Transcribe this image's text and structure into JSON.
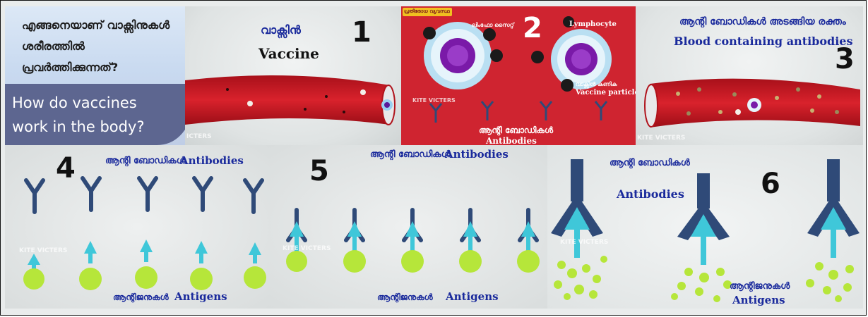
{
  "title_panel": {
    "malayalam_question": "എങ്ങനെയാണ് വാക്സിനുകൾ ശരീരത്തിൽ പ്രവർത്തിക്കുന്നത്?",
    "english_question": "How do vaccines work in the body?"
  },
  "panel_1": {
    "number": "1",
    "label_ml": "വാക്സിൻ",
    "label_en": "Vaccine",
    "watermark": "ICTERS"
  },
  "panel_2": {
    "number": "2",
    "header_tag": "പ്രതിരോധ വ്യവസ്ഥ",
    "label_ml_cell": "ലിംഫോ സൈറ്റ്",
    "label_en_cell": "Lymphocyte",
    "label_ml_particle": "വാക്സിൻ കണിക",
    "label_en_particle": "Vaccine particle",
    "watermark": "KITE VICTERS",
    "label_ml_antibodies": "ആന്റി ബോഡികൾ",
    "label_en_antibodies": "Antibodies"
  },
  "panel_3": {
    "number": "3",
    "label_ml": "ആന്റി ബോഡികൾ അടങ്ങിയ രക്തം",
    "label_en": "Blood containing antibodies",
    "watermark": "KITE VICTERS"
  },
  "panel_4": {
    "number": "4",
    "label_ml_antibodies": "ആന്റി ബോഡികൾ",
    "label_en_antibodies": "Antibodies",
    "watermark": "KITE VICTERS",
    "label_ml_antigens": "ആന്റിജനുകൾ",
    "label_en_antigens": "Antigens"
  },
  "panel_5": {
    "number": "5",
    "label_ml_antibodies": "ആന്റി ബോഡികൾ",
    "label_en_antibodies": "Antibodies",
    "watermark": "KITE VICTERS",
    "label_ml_antigens": "ആന്റിജനുകൾ",
    "label_en_antigens": "Antigens"
  },
  "panel_6": {
    "number": "6",
    "label_ml_antibodies": "ആന്റി ബോഡികൾ",
    "label_en_antibodies": "Antibodies",
    "watermark": "KITE VICTERS",
    "label_ml_antigens": "ആന്റിജനുകൾ",
    "label_en_antigens": "Antigens"
  },
  "colors": {
    "blood_red": "#c8161e",
    "panel2_bg": "#cf2430",
    "antibody_navy": "#2f4a78",
    "antigen_green": "#b6e63a",
    "arrow_cyan": "#3fc7d9",
    "lymphocyte_purple": "#7a1aa8",
    "text_blue": "#1a2a9c"
  }
}
